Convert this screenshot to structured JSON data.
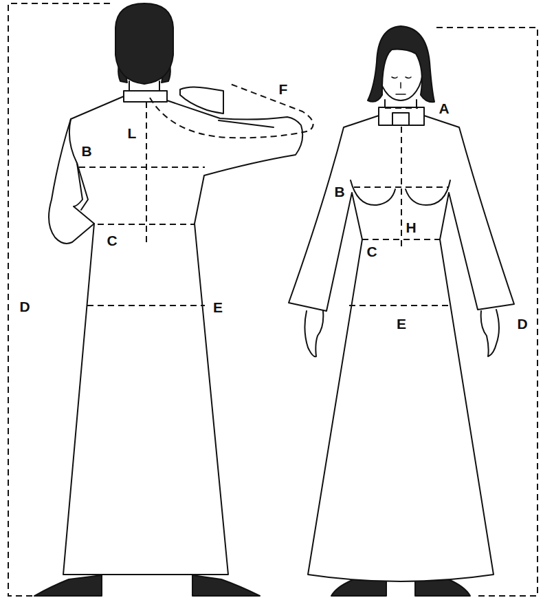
{
  "diagram": {
    "labels": [
      "F",
      "A",
      "L",
      "B",
      "B",
      "H",
      "C",
      "C",
      "D",
      "E",
      "E",
      "D"
    ]
  }
}
